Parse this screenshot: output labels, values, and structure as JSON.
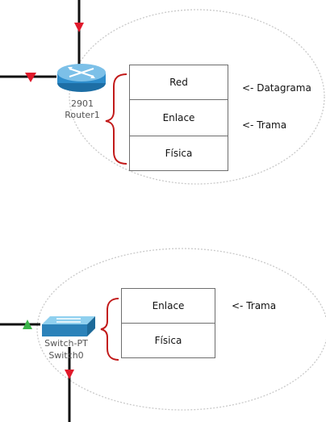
{
  "colors": {
    "cable": "#111111",
    "arrow_red": "#e0192b",
    "arrow_green": "#3bb54a",
    "brace": "#c21a1a",
    "ellipse_stroke": "#c9c9c9",
    "router_body": "#2d8ccb",
    "switch_body": "#2b82b9"
  },
  "router_group": {
    "device_model": "2901",
    "device_name": "Router1",
    "device_icon": "router-icon",
    "layers": [
      "Red",
      "Enlace",
      "Física"
    ],
    "annotations": [
      "<- Datagrama",
      "<- Trama"
    ]
  },
  "switch_group": {
    "device_model": "Switch-PT",
    "device_name": "Switch0",
    "device_icon": "switch-icon",
    "layers": [
      "Enlace",
      "Física"
    ],
    "annotations": [
      "<- Trama"
    ]
  }
}
